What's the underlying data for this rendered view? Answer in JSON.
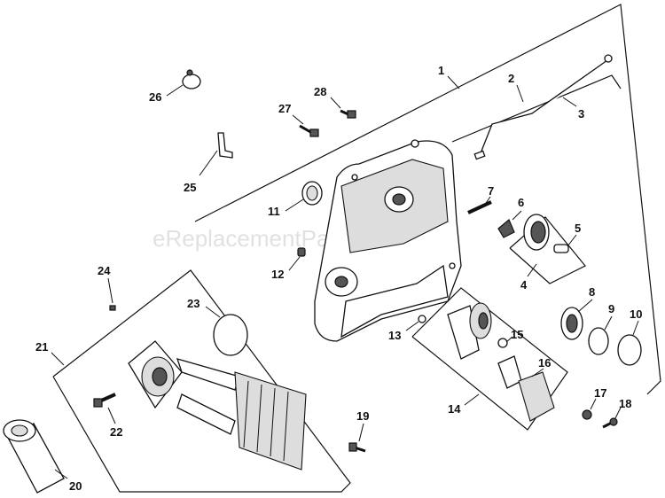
{
  "watermark": "eReplacementParts.com",
  "callouts": [
    "1",
    "2",
    "3",
    "4",
    "5",
    "6",
    "7",
    "8",
    "9",
    "10",
    "11",
    "12",
    "13",
    "14",
    "15",
    "16",
    "17",
    "18",
    "19",
    "20",
    "21",
    "22",
    "23",
    "24",
    "25",
    "26",
    "27",
    "28"
  ]
}
